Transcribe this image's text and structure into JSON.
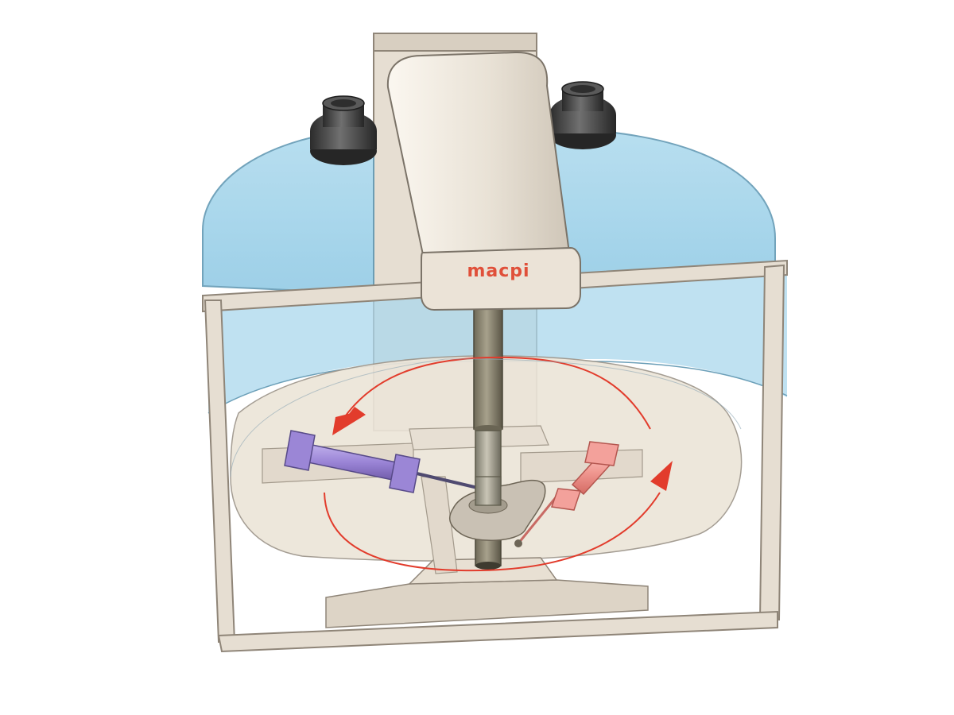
{
  "brand": {
    "text": "macpi"
  },
  "colors": {
    "background": "#ffffff",
    "frame": "#e4dcd0",
    "frame_edge": "#8f8578",
    "glass": "#a6d6ec",
    "glass_edge": "#6b9fb8",
    "tray": "#ece5d9",
    "shaft": "#8a8470",
    "knob": "#3a3a3a",
    "brand": "#e0503a",
    "cylinder_left": "#9c86d6",
    "cylinder_right": "#f09a94",
    "arrow": "#e23c2c"
  },
  "icons": {
    "left_knob": "rotary-knob",
    "right_knob": "rotary-knob",
    "rotation_arrows": "clockwise-rotation-arrows"
  }
}
